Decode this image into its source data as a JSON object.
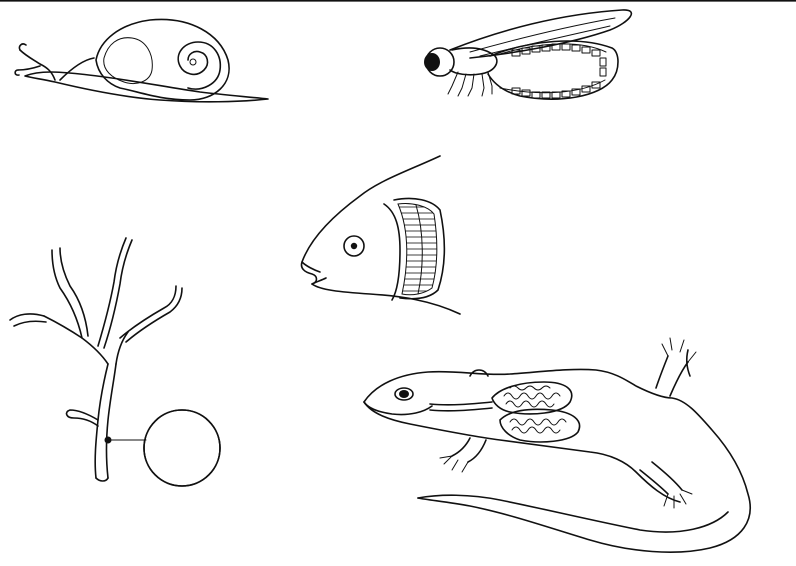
{
  "figure": {
    "panels": [
      {
        "id": "snail",
        "subject": "snail"
      },
      {
        "id": "insect",
        "subject": "insect"
      },
      {
        "id": "fish",
        "subject": "fish"
      },
      {
        "id": "hydra",
        "subject": "hydra"
      },
      {
        "id": "salamander",
        "subject": "salamander"
      }
    ],
    "colors": {
      "ink": "#111111",
      "background": "#ffffff"
    }
  }
}
